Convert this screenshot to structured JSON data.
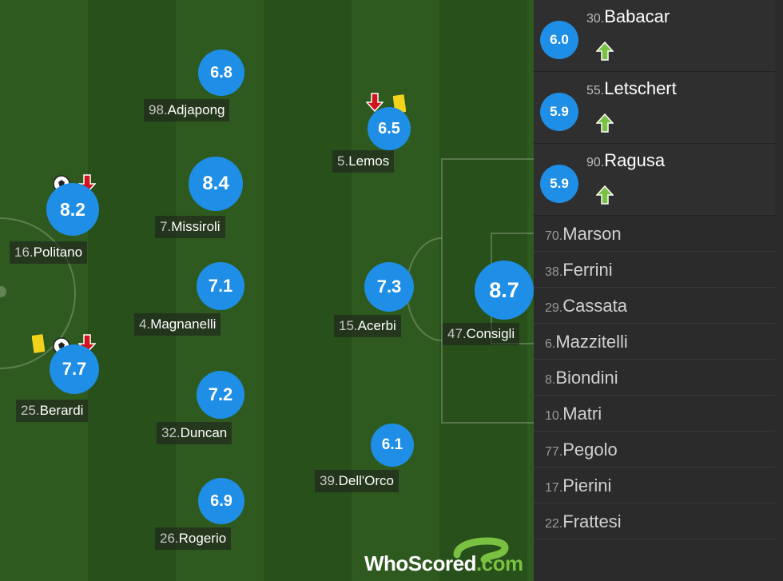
{
  "home_players": [
    {
      "id": "politano",
      "number": "16.",
      "name": "Politano",
      "rating": "8.2",
      "icons": [
        "ball",
        "sub-off"
      ]
    },
    {
      "id": "berardi",
      "number": "25.",
      "name": "Berardi",
      "rating": "7.7",
      "icons": [
        "yellow-card",
        "ball",
        "sub-off"
      ]
    },
    {
      "id": "adjapong",
      "number": "98.",
      "name": "Adjapong",
      "rating": "6.8",
      "icons": []
    },
    {
      "id": "missiroli",
      "number": "7.",
      "name": "Missiroli",
      "rating": "8.4",
      "icons": []
    },
    {
      "id": "magnanelli",
      "number": "4.",
      "name": "Magnanelli",
      "rating": "7.1",
      "icons": []
    },
    {
      "id": "duncan",
      "number": "32.",
      "name": "Duncan",
      "rating": "7.2",
      "icons": []
    },
    {
      "id": "rogerio",
      "number": "26.",
      "name": "Rogerio",
      "rating": "6.9",
      "icons": []
    },
    {
      "id": "lemos",
      "number": "5.",
      "name": "Lemos",
      "rating": "6.5",
      "icons": [
        "sub-off",
        "yellow-card"
      ]
    },
    {
      "id": "acerbi",
      "number": "15.",
      "name": "Acerbi",
      "rating": "7.3",
      "icons": []
    },
    {
      "id": "dellorco",
      "number": "39.",
      "name": "Dell'Orco",
      "rating": "6.1",
      "icons": []
    },
    {
      "id": "consigli",
      "number": "47.",
      "name": "Consigli",
      "rating": "8.7",
      "icons": []
    }
  ],
  "substitutes_used": [
    {
      "number": "30.",
      "name": "Babacar",
      "rating": "6.0",
      "icon": "sub-on"
    },
    {
      "number": "55.",
      "name": "Letschert",
      "rating": "5.9",
      "icon": "sub-on"
    },
    {
      "number": "90.",
      "name": "Ragusa",
      "rating": "5.9",
      "icon": "sub-on"
    }
  ],
  "substitutes_unused": [
    {
      "number": "70.",
      "name": "Marson"
    },
    {
      "number": "38.",
      "name": "Ferrini"
    },
    {
      "number": "29.",
      "name": "Cassata"
    },
    {
      "number": "6.",
      "name": "Mazzitelli"
    },
    {
      "number": "8.",
      "name": "Biondini"
    },
    {
      "number": "10.",
      "name": "Matri"
    },
    {
      "number": "77.",
      "name": "Pegolo"
    },
    {
      "number": "17.",
      "name": "Pierini"
    },
    {
      "number": "22.",
      "name": "Frattesi"
    }
  ],
  "brand": {
    "part1": "WhoScored",
    "part2": ".com"
  },
  "colors": {
    "rating_bubble": "#1e8ee6",
    "pitch_dark": "#28501a",
    "pitch_light": "#2f5a1f",
    "sub_on": "#7ac142",
    "sub_off": "#d3131b",
    "yellow_card": "#f2d21b"
  }
}
